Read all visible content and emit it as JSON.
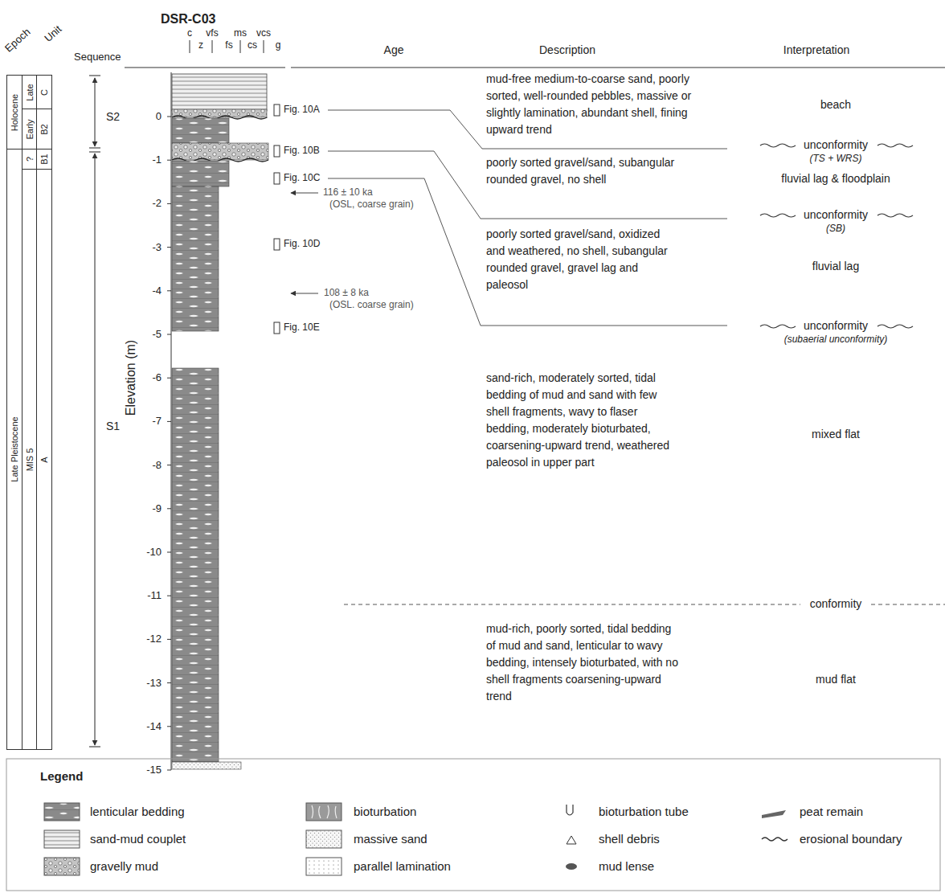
{
  "diagram": {
    "title": "DSR-C03",
    "nodes": [
      {
        "text": [
          "Holocene"
        ]
      },
      {
        "text": [
          "Late Pleistocene"
        ]
      },
      {
        "text": [
          "Late"
        ]
      },
      {
        "text": [
          "Early"
        ]
      },
      {
        "text": [
          "?"
        ]
      },
      {
        "text": [
          "MIS 5"
        ]
      },
      {
        "text": [
          "C"
        ]
      },
      {
        "text": [
          "B2"
        ]
      },
      {
        "text": [
          "B1"
        ]
      },
      {
        "text": [
          "A"
        ]
      }
    ],
    "labels": [
      "Epoch",
      "Unit",
      "Sequence",
      "c",
      "vfs",
      "ms",
      "vcs",
      "z",
      "fs",
      "cs",
      "g",
      "Age",
      "Description",
      "Interpretation",
      "S2",
      "S1",
      "0",
      "-1",
      "-2",
      "-3",
      "-4",
      "-5",
      "-6",
      "-7",
      "-8",
      "-9",
      "-10",
      "-11",
      "-12",
      "-13",
      "-14",
      "-15",
      "Elevation (m)",
      "Fig. 10A",
      "Fig. 10B",
      "Fig. 10C",
      "Fig. 10D",
      "Fig. 10E",
      "116 ± 10 ka",
      "(OSL, coarse grain)",
      "108 ± 8 ka",
      "(OSL. coarse grain)",
      "mud-free medium-to-coarse sand, poorly sorted, well-rounded pebbles, massive or slightly lamination, abundant shell, fining upward trend",
      "poorly sorted gravel/sand, subangular rounded gravel, no shell",
      "poorly sorted gravel/sand, oxidized and weathered, no shell, subangular rounded gravel, gravel lag and paleosol",
      "sand-rich, moderately sorted, tidal bedding of mud and sand with few shell fragments, wavy to flaser bedding, moderately bioturbated, coarsening-upward trend, weathered paleosol in upper part",
      "mud-rich, poorly sorted, tidal bedding of mud and sand, lenticular to wavy bedding, intensely bioturbated, with no shell fragments coarsening-upward trend",
      "beach",
      "unconformity",
      "(TS + WRS)",
      "fluvial lag & floodplain",
      "unconformity",
      "(SB)",
      "fluvial lag",
      "unconformity",
      "(subaerial unconformity)",
      "mixed flat",
      "conformity",
      "mud flat",
      "Legend"
    ],
    "legend": [
      {
        "text": "lenticular bedding"
      },
      {
        "text": "bioturbation"
      },
      {
        "text": "bioturbation tube"
      },
      {
        "text": "peat remain"
      },
      {
        "text": "sand-mud couplet"
      },
      {
        "text": "massive sand"
      },
      {
        "text": "shell debris"
      },
      {
        "text": "erosional boundary"
      },
      {
        "text": "gravelly mud"
      },
      {
        "text": "parallel lamination"
      },
      {
        "text": "mud lense"
      }
    ]
  }
}
